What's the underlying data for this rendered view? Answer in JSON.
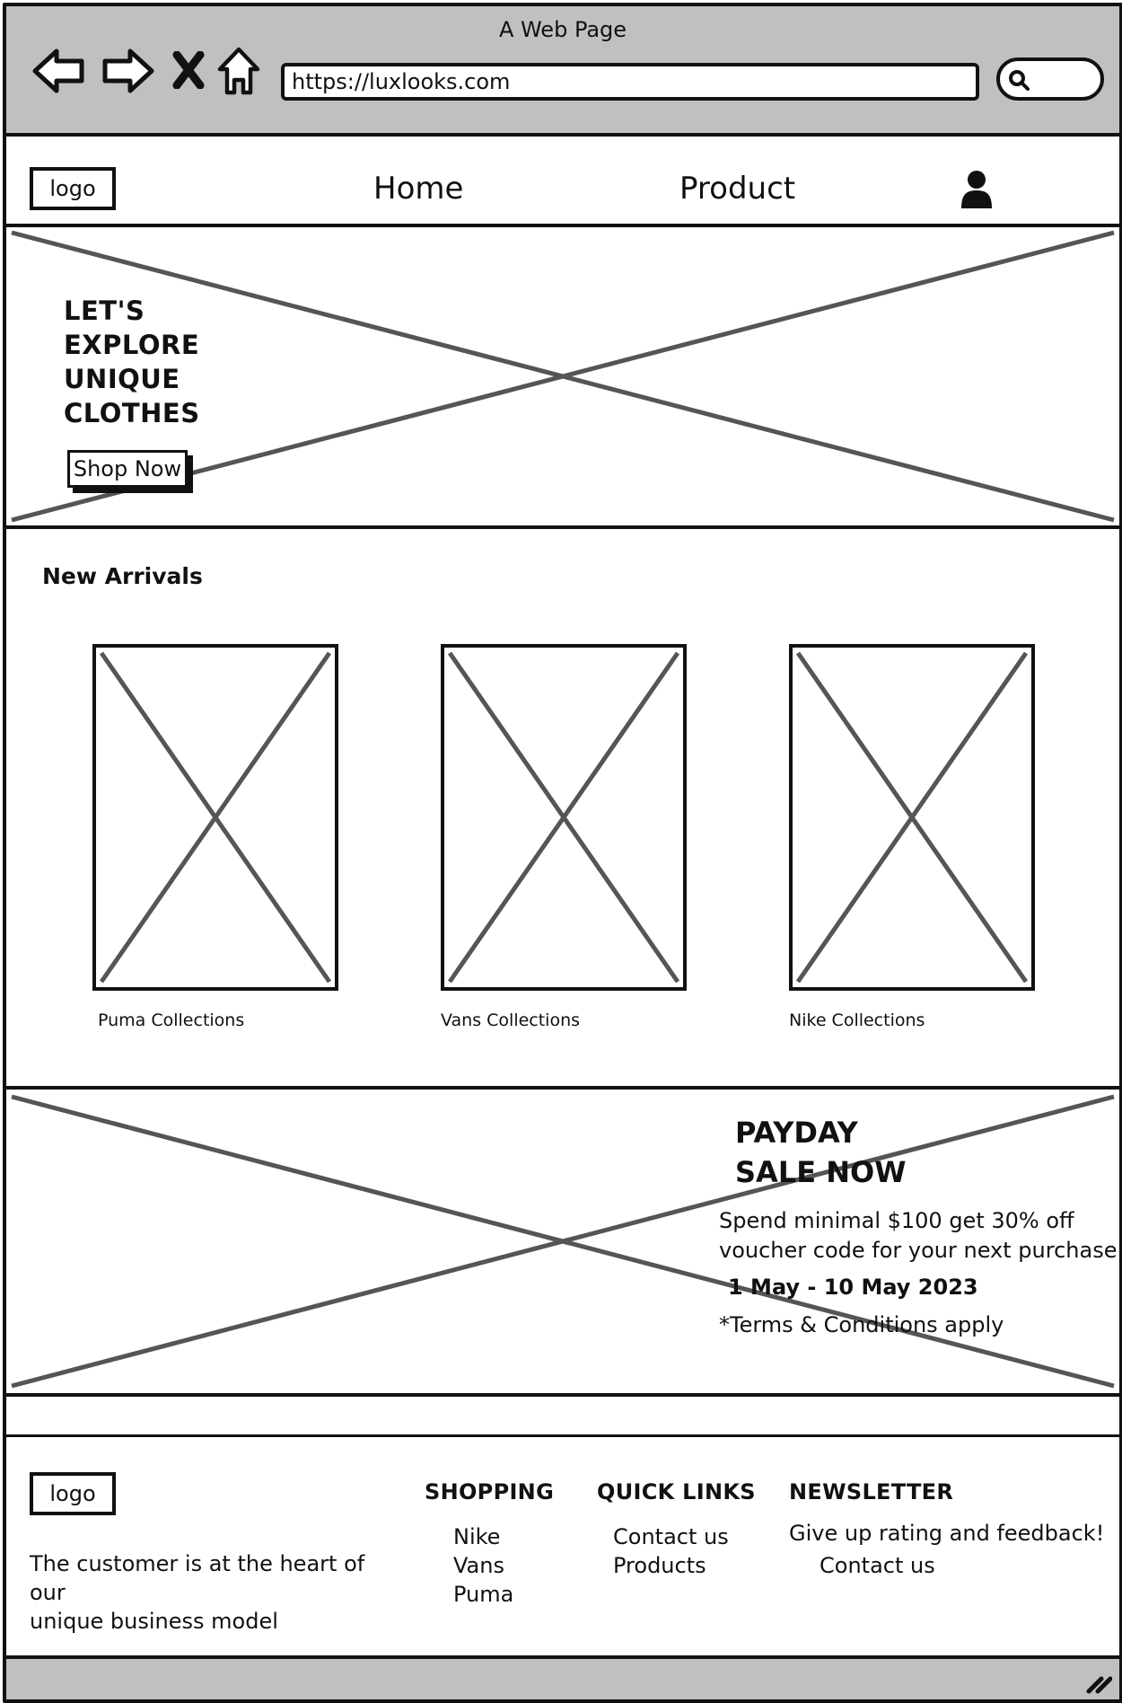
{
  "browser": {
    "window_title": "A Web Page",
    "url": "https://luxlooks.com",
    "icons": [
      "back-arrow-icon",
      "forward-arrow-icon",
      "close-x-icon",
      "home-icon",
      "search-icon"
    ]
  },
  "nav": {
    "logo": "logo",
    "links": [
      "Home",
      "Product"
    ],
    "user_icon": "user-icon"
  },
  "hero": {
    "title_lines": [
      "LET'S",
      "EXPLORE",
      "UNIQUE",
      "CLOTHES"
    ],
    "button": "Shop Now"
  },
  "new_arrivals": {
    "heading": "New Arrivals",
    "products": [
      {
        "caption": "Puma Collections"
      },
      {
        "caption": "Vans Collections"
      },
      {
        "caption": "Nike Collections"
      }
    ]
  },
  "promo": {
    "title_line1": "PAYDAY",
    "title_line2": "SALE NOW",
    "desc_line1": "Spend minimal $100 get 30% off",
    "desc_line2": "voucher code for your next purchase",
    "dates": "1 May - 10 May 2023",
    "terms": "*Terms & Conditions apply"
  },
  "footer": {
    "logo": "logo",
    "tagline_line1": "The customer is at the heart of our",
    "tagline_line2": "unique business model",
    "shopping": {
      "title": "SHOPPING",
      "links": [
        "Nike",
        "Vans",
        "Puma"
      ]
    },
    "quick_links": {
      "title": "QUICK LINKS",
      "links": [
        "Contact us",
        "Products"
      ]
    },
    "newsletter": {
      "title": "NEWSLETTER",
      "text": "Give up rating and feedback!",
      "link": "Contact us"
    }
  }
}
